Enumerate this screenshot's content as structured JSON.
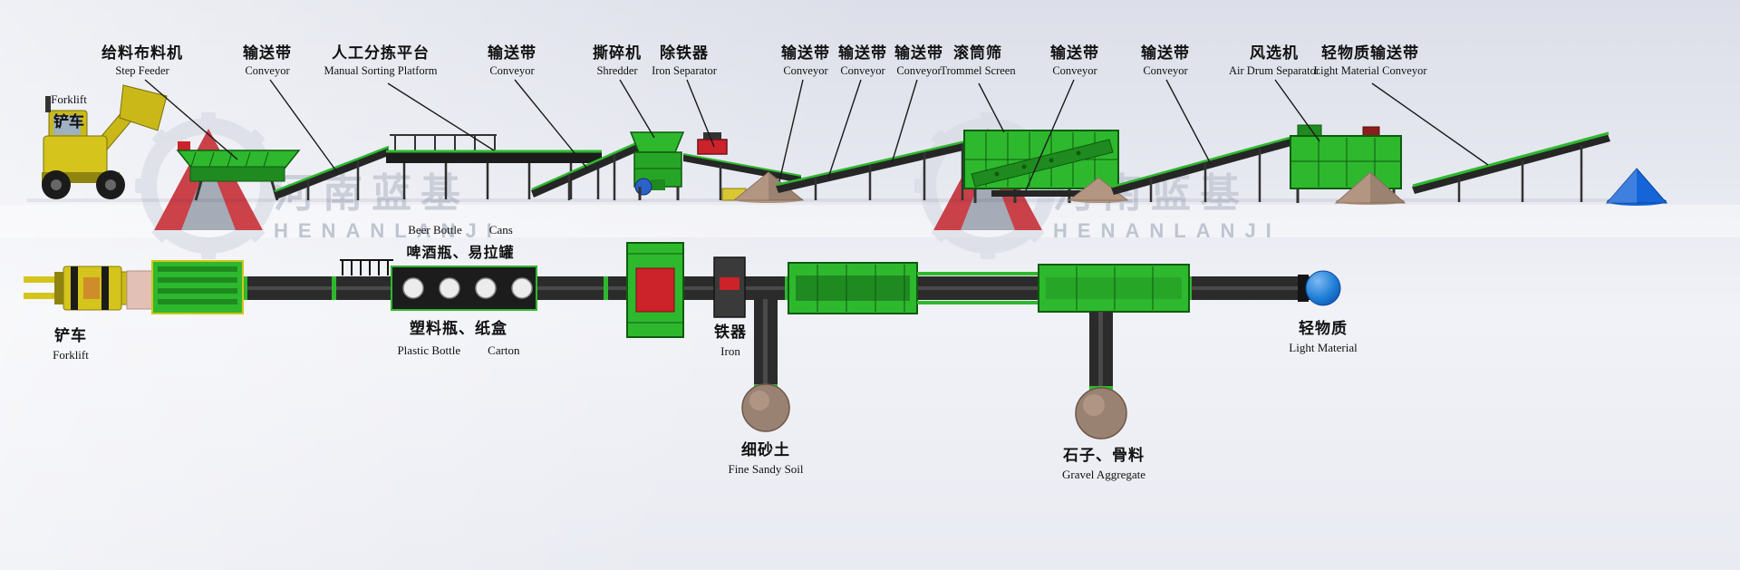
{
  "diagram": {
    "watermark": {
      "zh": "河南蓝基",
      "en": "HENANLANJI"
    },
    "forklift_label": {
      "en": "Forklift",
      "zh": "铲车"
    },
    "top_labels": [
      {
        "zh": "给料布料机",
        "en": "Step Feeder"
      },
      {
        "zh": "输送带",
        "en": "Conveyor"
      },
      {
        "zh": "人工分拣平台",
        "en": "Manual Sorting Platform"
      },
      {
        "zh": "输送带",
        "en": "Conveyor"
      },
      {
        "zh": "撕碎机",
        "en": "Shredder"
      },
      {
        "zh": "除铁器",
        "en": "Iron Separator"
      },
      {
        "zh": "输送带",
        "en": "Conveyor"
      },
      {
        "zh": "输送带",
        "en": "Conveyor"
      },
      {
        "zh": "输送带",
        "en": "Conveyor"
      },
      {
        "zh": "滚筒筛",
        "en": "Trommel Screen"
      },
      {
        "zh": "输送带",
        "en": "Conveyor"
      },
      {
        "zh": "输送带",
        "en": "Conveyor"
      },
      {
        "zh": "风选机",
        "en": "Air Drum Separator"
      },
      {
        "zh": "轻物质输送带",
        "en": "Light Material Conveyor"
      }
    ],
    "outputs": {
      "forklift": {
        "zh": "铲车",
        "en": "Forklift"
      },
      "beer_cans": {
        "en_a": "Beer Bottle",
        "en_b": "Cans",
        "zh": "啤酒瓶、易拉罐"
      },
      "plastic_carton": {
        "zh": "塑料瓶、纸盒",
        "en_a": "Plastic Bottle",
        "en_b": "Carton"
      },
      "iron": {
        "zh": "铁器",
        "en": "Iron"
      },
      "fine_sandy_soil": {
        "zh": "细砂土",
        "en": "Fine Sandy Soil"
      },
      "gravel_aggregate": {
        "zh": "石子、骨料",
        "en": "Gravel Aggregate"
      },
      "light_material": {
        "zh": "轻物质",
        "en": "Light Material"
      }
    },
    "colors": {
      "machine_green": "#2eb82e",
      "machine_green_dark": "#1f8a1f",
      "conveyor_dark": "#262626",
      "forklift_yellow": "#d4c41c",
      "accent_red": "#cc2229",
      "pile_tan": "#b29681",
      "pile_brown": "#9a8272",
      "sphere_blue": "#1e7fd6",
      "cone_blue": "#1565d8",
      "watermark_gray": "#c9ced9"
    }
  }
}
